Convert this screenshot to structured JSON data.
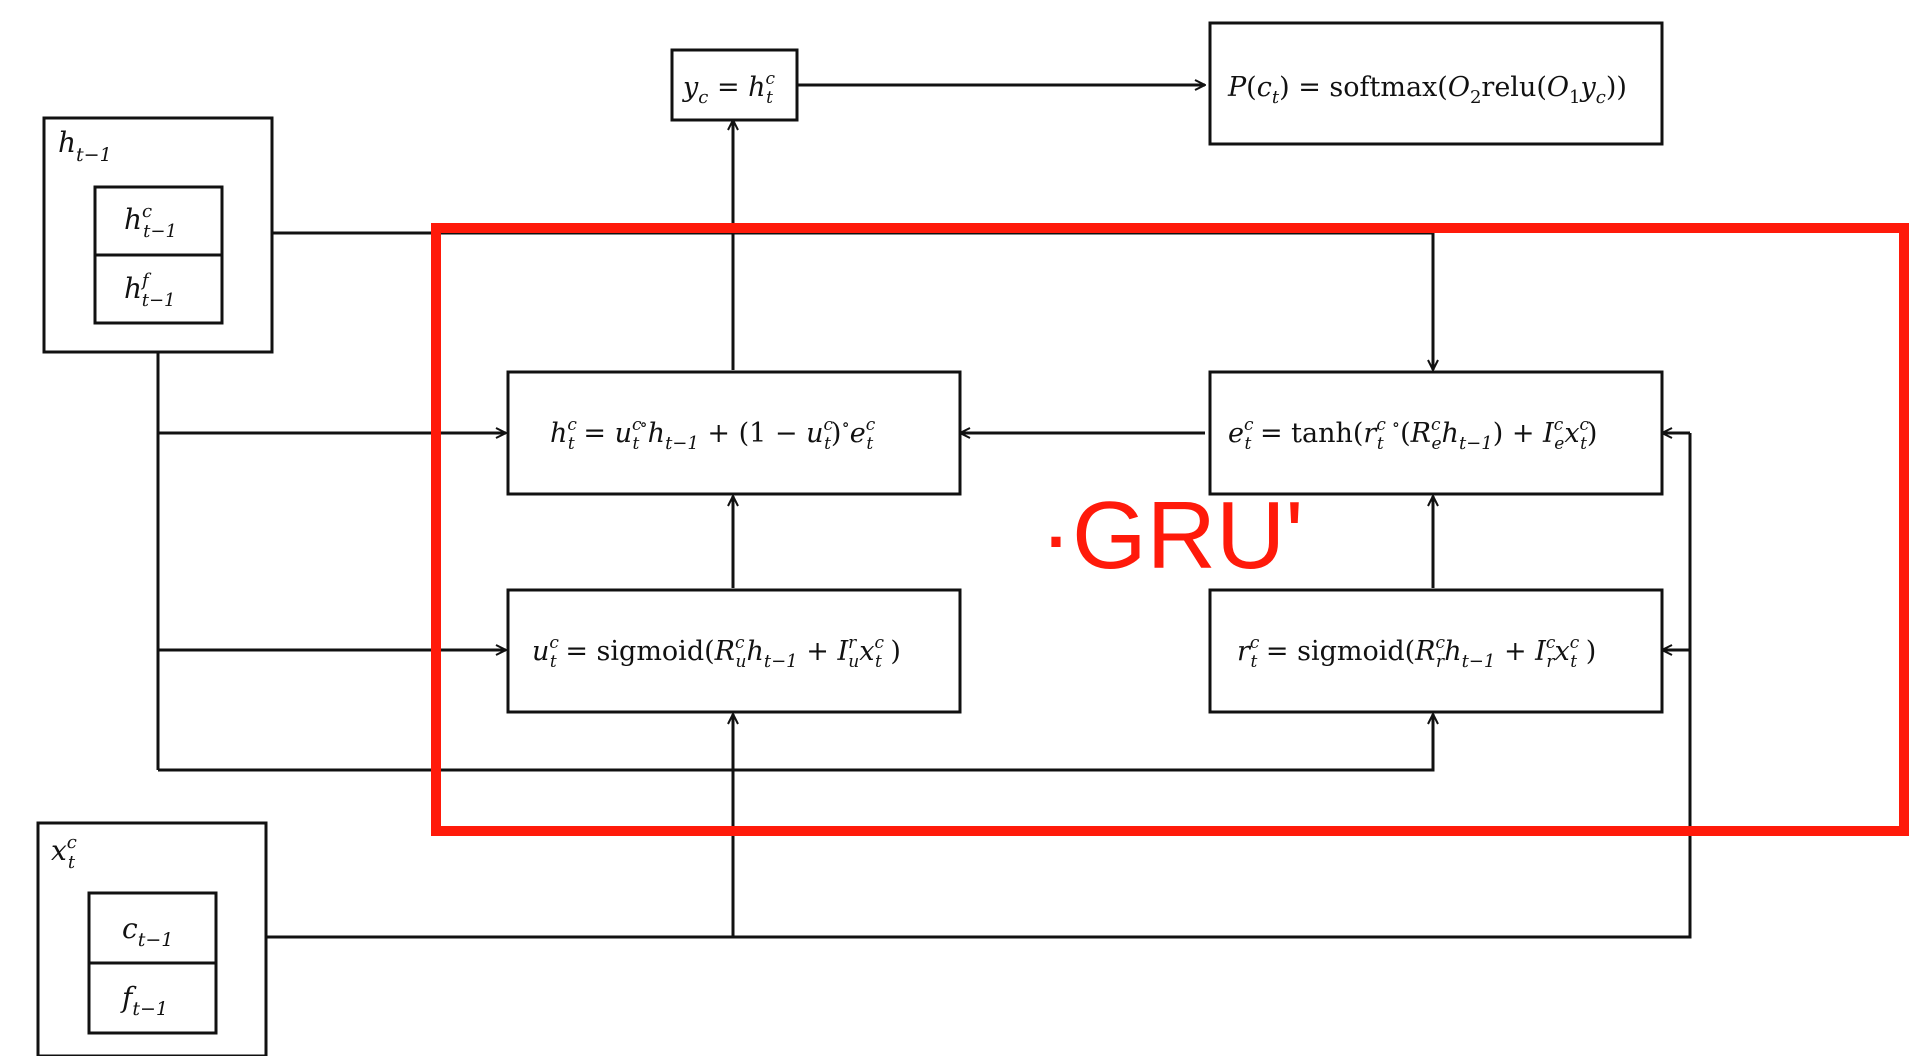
{
  "colors": {
    "highlight": "#ff1a0a",
    "line": "#111111",
    "box_fill": "#ffffff"
  },
  "inputs": {
    "h_prev": {
      "label": "h_{t-1}",
      "top_cell": "h^c_{t-1}",
      "bottom_cell": "h^f_{t-1}"
    },
    "x_in": {
      "label": "x^c_t",
      "top_cell": "c_{t-1}",
      "bottom_cell": "f_{t-1}"
    }
  },
  "boxes": {
    "y_out": "y_c = h^c_t",
    "prob": "P(c_t) = softmax(O_2 relu(O_1 y_c))",
    "h_update": "h^c_t = u^c_t ∘ h_{t-1} + (1 − u^c_t) ∘ e^c_t",
    "e_candidate": "e^c_t = tanh(r^c_t ∘ (R^c_e h_{t-1}) + I^c_e x^c_t)",
    "u_gate": "u^c_t = sigmoid(R^c_u h_{t-1} + I^r_u x^c_t )",
    "r_gate": "r^c_t = sigmoid(R^c_r h_{t-1} + I^c_r x^c_t )"
  },
  "annotation": {
    "text": "·GRU'"
  }
}
